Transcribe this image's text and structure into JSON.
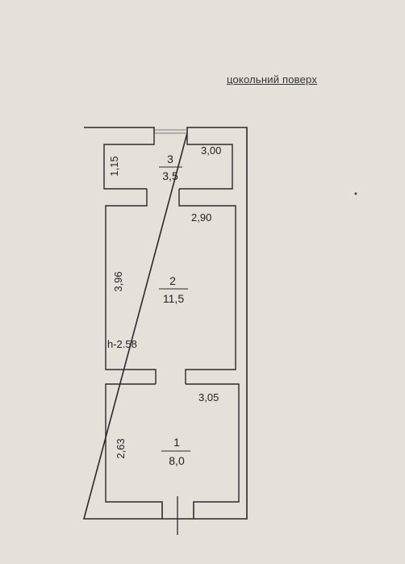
{
  "sheet": {
    "title": "цокольний поверх"
  },
  "rooms": [
    {
      "number": "3",
      "area": "3,5"
    },
    {
      "number": "2",
      "area": "11,5"
    },
    {
      "number": "1",
      "area": "8,0"
    }
  ],
  "dimensions": {
    "room3_width": "3,00",
    "room3_height": "1,15",
    "room2_width": "2,90",
    "room2_height": "3,96",
    "room1_width": "3,05",
    "room1_height": "2,63"
  },
  "ceiling_height": "h-2.58",
  "colors": {
    "paper": "#e4e1db",
    "wall_line": "#2a2a2a"
  }
}
